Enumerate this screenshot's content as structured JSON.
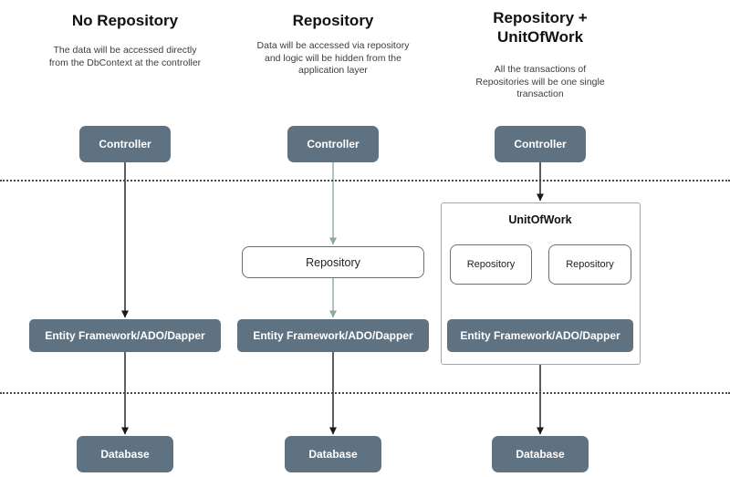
{
  "colors": {
    "node_fill": "#5f7282",
    "node_text": "#ffffff",
    "black_arrow": "#1a1a1a",
    "teal_arrow": "#8ea7a2",
    "container_border": "#a6a6a6"
  },
  "columns": [
    {
      "title": "No Repository",
      "description": "The data will be accessed directly from the DbContext at the controller",
      "controller": "Controller",
      "ef": "Entity Framework/ADO/Dapper",
      "database": "Database"
    },
    {
      "title": "Repository",
      "description": "Data will be accessed via repository and logic will be hidden from the application layer",
      "controller": "Controller",
      "repository": "Repository",
      "ef": "Entity Framework/ADO/Dapper",
      "database": "Database"
    },
    {
      "title": "Repository + UnitOfWork",
      "description": "All the transactions of Repositories will be one single transaction",
      "controller": "Controller",
      "unitofwork_title": "UnitOfWork",
      "repository_left": "Repository",
      "repository_right": "Repository",
      "ef": "Entity Framework/ADO/Dapper",
      "database": "Database"
    }
  ]
}
